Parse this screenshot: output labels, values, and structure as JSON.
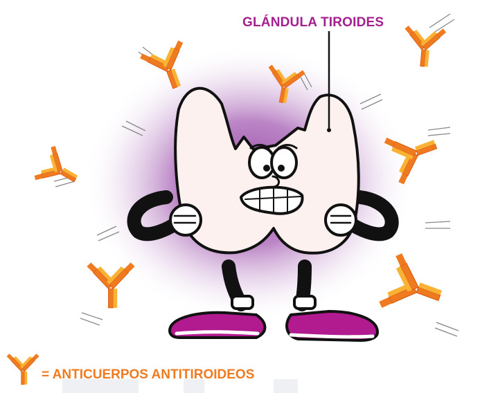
{
  "labels": {
    "gland": "GLÁNDULA TIROIDES",
    "legend": "= ANTICUERPOS ANTITIROIDEOS"
  },
  "colors": {
    "label_purple": "#a3208f",
    "legend_orange": "#f07a20",
    "antibody_orange": "#f07a20",
    "antibody_light": "#f9b233",
    "glow_purple": "#8e3aa0",
    "gland_fill": "#fdf1ef",
    "shoe_magenta": "#b11b8f",
    "outline": "#111111"
  },
  "icons": {
    "antibody": "antibody-icon",
    "character": "thyroid-character"
  }
}
